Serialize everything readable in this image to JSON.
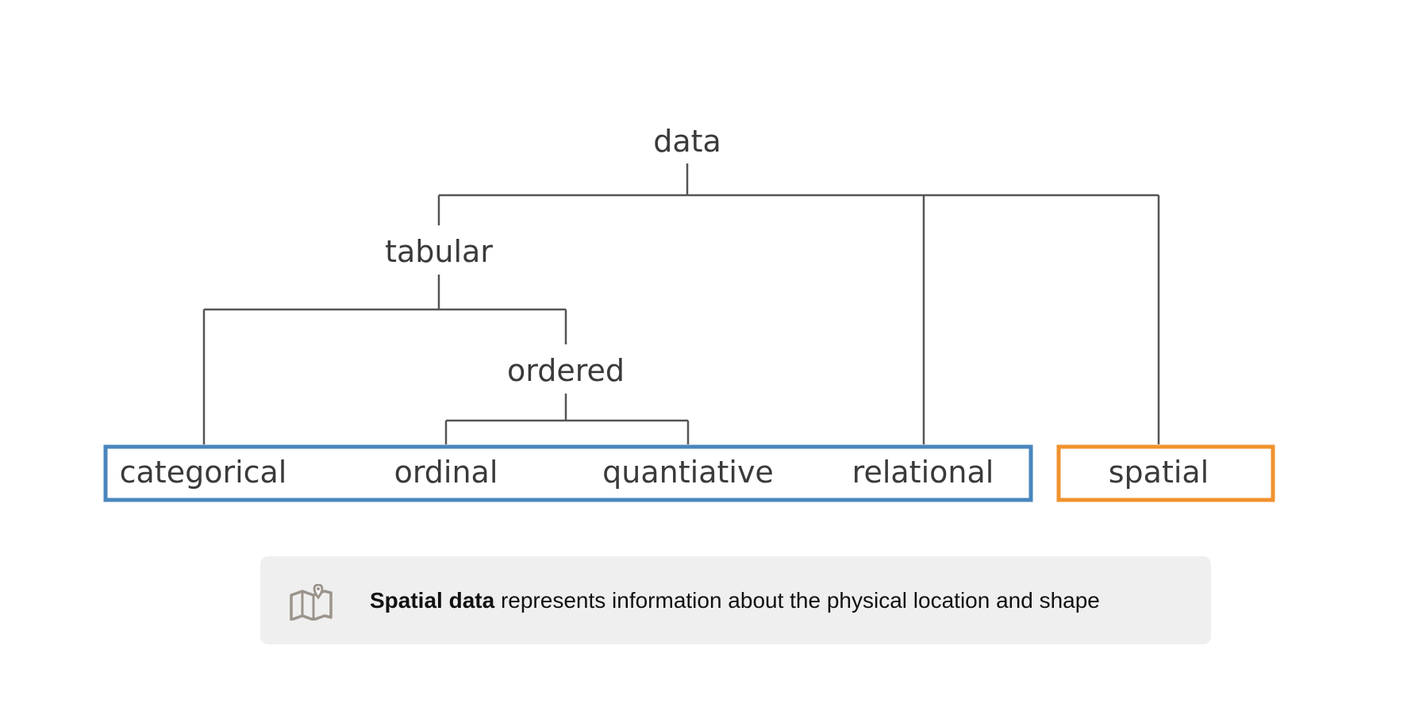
{
  "diagram": {
    "nodes": {
      "data": "data",
      "tabular": "tabular",
      "ordered": "ordered",
      "categorical": "categorical",
      "ordinal": "ordinal",
      "quantiative": "quantiative",
      "relational": "relational",
      "spatial": "spatial"
    },
    "colors": {
      "tabular_group_border": "#4a86be",
      "spatial_group_border": "#f0922e",
      "connector": "#555555",
      "text": "#3a3a3a"
    }
  },
  "callout": {
    "icon": "map-pin-icon",
    "bold_text": "Spatial data",
    "text": " represents information about the physical location and shape",
    "background": "#efefef"
  }
}
